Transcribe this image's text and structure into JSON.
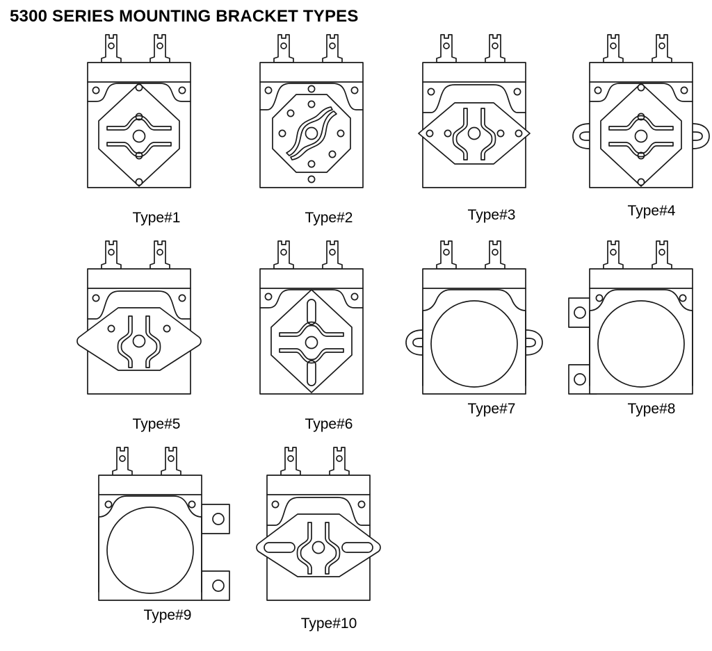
{
  "page": {
    "title": "5300 SERIES MOUNTING BRACKET TYPES",
    "line_color": "#1a1a1a",
    "background_color": "#ffffff"
  },
  "figures": [
    {
      "id": "type-1",
      "label": "Type#1",
      "row": 1,
      "column": 1,
      "plate_shape": "diamond-hexagon",
      "center_hole": true,
      "features": "two top spade terminals, two upper mounting holes, vertical round holes above and below center, horizontal wavy slots left and right"
    },
    {
      "id": "type-2",
      "label": "Type#2",
      "row": 1,
      "column": 2,
      "plate_shape": "octagon",
      "center_hole": true,
      "features": "eight mounting holes around octagon plate, two S-curved slots, two top spade terminals"
    },
    {
      "id": "type-3",
      "label": "Type#3",
      "row": 1,
      "column": 3,
      "plate_shape": "wide-hexagon",
      "center_hole": true,
      "features": "wide hexagon plate overhanging body, four holes along horizontal axis, two vertical curved slots"
    },
    {
      "id": "type-4",
      "label": "Type#4",
      "row": 1,
      "column": 4,
      "plate_shape": "diamond-hexagon",
      "center_hole": true,
      "features": "rounded side ear tabs with slotted holes, horizontal wavy slots, round holes above and below center"
    },
    {
      "id": "type-5",
      "label": "Type#5",
      "row": 2,
      "column": 1,
      "plate_shape": "rounded-diamond",
      "center_hole": true,
      "features": "wide rounded diamond plate, two vertical curved slots, two small holes left and right"
    },
    {
      "id": "type-6",
      "label": "Type#6",
      "row": 2,
      "column": 2,
      "plate_shape": "diamond-hexagon",
      "center_hole": true,
      "features": "vertical elongated slots above and below center, horizontal wavy slots"
    },
    {
      "id": "type-7",
      "label": "Type#7",
      "row": 2,
      "column": 3,
      "plate_shape": "plain-circle",
      "center_hole": false,
      "features": "large plain circular opening, rounded side ear tabs with slotted holes"
    },
    {
      "id": "type-8",
      "label": "Type#8",
      "row": 2,
      "column": 4,
      "plate_shape": "plain-circle",
      "center_hole": false,
      "features": "large plain circular opening, two square mounting ear tabs on the left side"
    },
    {
      "id": "type-9",
      "label": "Type#9",
      "row": 3,
      "column": 1,
      "plate_shape": "plain-circle",
      "center_hole": false,
      "features": "large plain circular opening, two square mounting ear tabs on the right side"
    },
    {
      "id": "type-10",
      "label": "Type#10",
      "row": 3,
      "column": 2,
      "plate_shape": "rounded-diamond",
      "center_hole": true,
      "features": "rounded diamond plate, two vertical curved slots, horizontal elongated slots left and right"
    }
  ]
}
